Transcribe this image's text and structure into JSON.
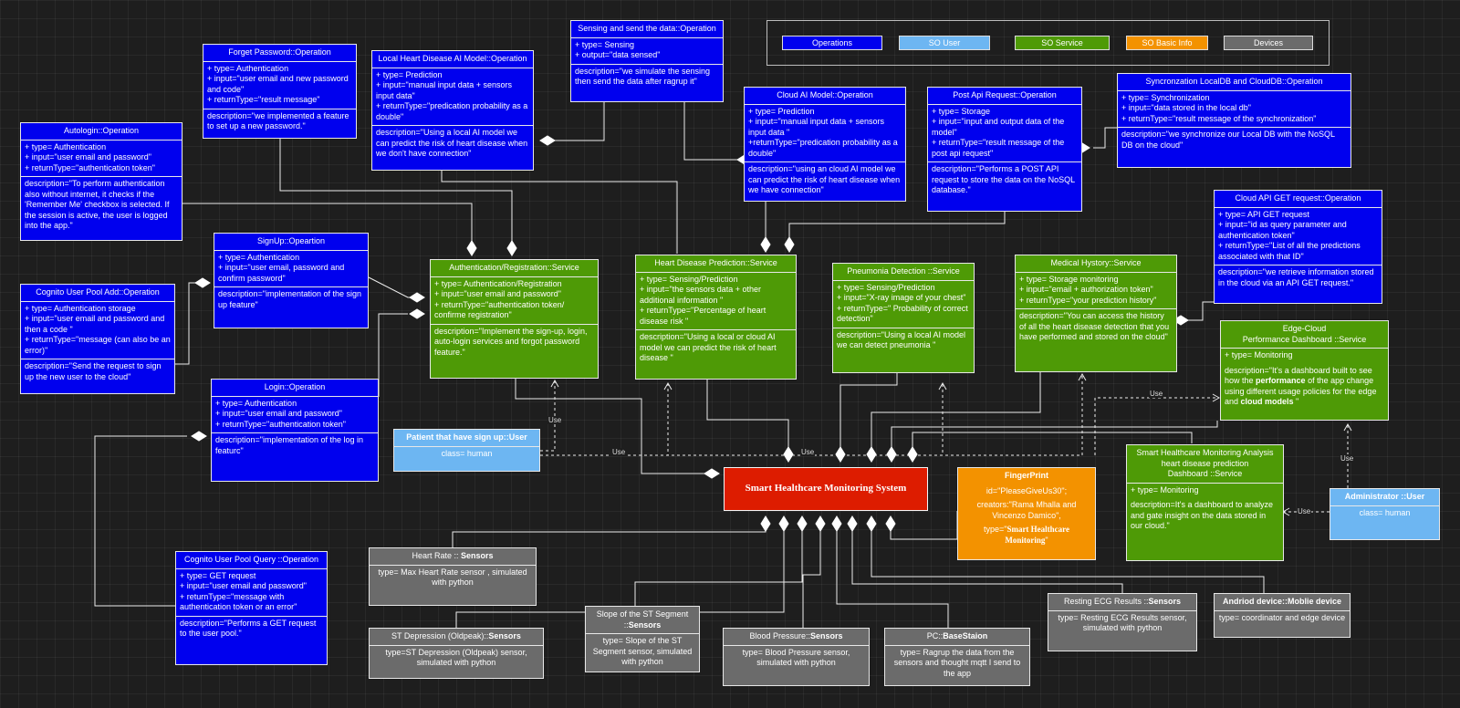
{
  "legend": {
    "operations": "Operations",
    "so_user": "SO User",
    "so_service": "SO Service",
    "so_basic_info": "SO Basic Info",
    "devices": "Devices"
  },
  "colors": {
    "operation": "#0000ee",
    "service": "#4e9a06",
    "sensor": "#6b6b6b",
    "user": "#6db6f2",
    "basic_info": "#f39200",
    "system": "#dd1c00"
  },
  "operations": {
    "forget_password": {
      "title": "Forget Password::Operation",
      "lines": [
        "+ type= Authentication",
        "+ input=\"user email and new password and code\"",
        "+ returnType=\"result message\""
      ],
      "desc": "description=\"we implemented a feature to set up a new password.\""
    },
    "local_ai": {
      "title": "Local Heart Disease AI Model::Operation",
      "lines": [
        "+ type= Prediction",
        "+ input=\"manual input data + sensors input data\"",
        "+ returnType=\"predication probability as a double\""
      ],
      "desc": "description=\"Using a local AI model we can predict the risk of heart disease when we don't have connection\""
    },
    "sensing": {
      "title": "Sensing and send the data::Operation",
      "lines": [
        "+ type= Sensing",
        "+ output=\"data sensed\""
      ],
      "desc": "description=\"we simulate the sensing then send the data after ragrup it\""
    },
    "cloud_ai": {
      "title": "Cloud AI Model::Operation",
      "lines": [
        "+ type= Prediction",
        "+ input=\"manual input data + sensors input data \"",
        "+returnType=\"predication probability  as a double\""
      ],
      "desc": "description=\"using an cloud AI model we can predict the risk of heart disease when we have connection\""
    },
    "post_api": {
      "title": "Post Api Request::Operation",
      "lines": [
        "+ type= Storage",
        "+ input=\"input and output data of the model\"",
        "+ returnType=\"result message of the post api request\""
      ],
      "desc": "description=\"Performs a POST API request to store the data on the NoSQL database.\""
    },
    "sync": {
      "title": "Syncronzation LocalDB and CloudDB::Operation",
      "lines": [
        "+ type= Synchronization",
        "+ input=\"data stored in the local db\"",
        "+ returnType=\"result message of the synchronization\""
      ],
      "desc": "description=\"we synchronize our Local DB with the NoSQL DB on the cloud\""
    },
    "autologin": {
      "title": "Autologin::Operation",
      "lines": [
        "+ type= Authentication",
        "+ input=\"user email and password\"",
        "+ returnType=\"authentication token\""
      ],
      "desc": "description=\"To perform authentication also without internet, it checks if the 'Remember Me' checkbox is selected. If the session is active, the user is logged into the app.\""
    },
    "signup": {
      "title": "SignUp::Opeartion",
      "lines": [
        "+ type= Authentication",
        "+ input=\"user email, password and confirm password\""
      ],
      "desc": "description=\"implementation of the sign up feature\""
    },
    "cognito_add": {
      "title": "Cognito User Pool Add::Operation",
      "lines": [
        "+ type= Authentication storage",
        "+ input=\"user email and password and then a code \"",
        "+ returnType=\"message (can also be an error)\""
      ],
      "desc": "description=\"Send the request to sign up the new user to the cloud\""
    },
    "login": {
      "title": "Login::Operation",
      "lines": [
        "+ type= Authentication",
        "+ input=\"user email and password\"",
        "+ returnType=\"authentication token\""
      ],
      "desc": "description=\"implementation of the log in featurc\""
    },
    "cloud_get": {
      "title": "Cloud API GET request::Operation",
      "lines": [
        "+ type= API GET request",
        "+ input=\"id as query parameter and authentication token\"",
        "+ returnType=\"List of all the predictions associated with that ID\""
      ],
      "desc": "description=\"we retrieve information stored in the cloud via an API GET request.\""
    },
    "cognito_query": {
      "title": "Cognito User Pool Query ::Operation",
      "lines": [
        "+ type= GET request",
        "+ input=\"user email and password\"",
        "+ returnType=\"message with authentication token or an error\""
      ],
      "desc": "description=\"Performs a GET request to the user pool.\""
    }
  },
  "services": {
    "auth": {
      "title": "Authentication/Registration::Service",
      "lines": [
        "+ type= Authentication/Registration",
        "+ input=\"user email and password\"",
        "+ returnType=\"authentication token/ confirme registration\""
      ],
      "desc": "description=\"Implement the sign-up, login, auto-login services and forgot password feature.\""
    },
    "heart": {
      "title": "Heart Disease Prediction::Service",
      "lines": [
        "+ type= Sensing/Prediction",
        "+ input=\"the sensors data + other additional information \"",
        "+ returnType=\"Percentage of heart disease risk \""
      ],
      "desc": "description=\"Using a local or cloud AI model we can predict the risk of heart disease \""
    },
    "pneumonia": {
      "title": "Pneumonia Detection ::Service",
      "lines": [
        "+ type= Sensing/Prediction",
        "+ input=\"X-ray image of your chest\"",
        "+ returnType=\" Probability of correct detection\""
      ],
      "desc": "description=\"Using a local AI model we can detect pneumonia \""
    },
    "history": {
      "title": "Medical Hystory::Service",
      "lines": [
        "+ type= Storage monitoring",
        "+ input=\"email + authorization token\"",
        "+ returnType=\"your prediction history\""
      ],
      "desc": "description=\"You can access the history of all the heart disease detection that you have performed and stored on the cloud\""
    },
    "edge_cloud": {
      "title_1": "Edge-Cloud",
      "title_2": "Performance Dashboard ::Service",
      "type": "+ type= Monitoring",
      "desc_1": "description=\"It's a dashboard built to see how the ",
      "desc_b1": "performance",
      "desc_2": " of the app change using different usage policies for the edge and ",
      "desc_b2": "cloud models",
      "desc_3": " \""
    },
    "analysis": {
      "title_1": "Smart Healthcare Monitoring Analysis",
      "title_2": "heart disease prediction",
      "title_3": "Dashboard ::Service",
      "type": "+ type= Monitoring",
      "desc": "description=It's a dashboard to analyze and gate insight on the data stored in our cloud.\""
    }
  },
  "users": {
    "patient": {
      "title": "Patient that have sign up::User",
      "cls": "class= human"
    },
    "admin": {
      "title": "Administrator ::User",
      "cls": "class= human"
    }
  },
  "system": {
    "title": "Smart Healthcare Monitoring System"
  },
  "fingerprint": {
    "title": "FingerPrint",
    "id": "id=\"PleaseGiveUs30\";",
    "creators": "creators:\"Rama Mhalla and Vincenzo Damico\",",
    "type_pre": "type=\"",
    "type_name": "Smart Healthcare Monitoring",
    "type_post": "\""
  },
  "sensors": {
    "heart_rate": {
      "title_pre": "Heart Rate :: ",
      "title_b": "Sensors",
      "body": "type= Max Heart Rate sensor , simulated with python"
    },
    "st_depression": {
      "title_pre": "ST Depression (Oldpeak)::",
      "title_b": "Sensors",
      "body": "type=ST Depression (Oldpeak) sensor, simulated with python"
    },
    "slope": {
      "title_pre": "Slope of the ST Segment ::",
      "title_b": "Sensors",
      "body": "type= Slope of the ST Segment sensor, simulated with python"
    },
    "blood": {
      "title_pre": "Blood Pressure::",
      "title_b": "Sensors",
      "body": "type= Blood Pressure sensor, simulated with python"
    },
    "pc": {
      "title_pre": "PC::",
      "title_b": "BaseStaion",
      "body": "type= Ragrup the data from the sensors and thought mqtt I send to the app"
    },
    "ecg": {
      "title_pre": "Resting ECG Results ::",
      "title_b": "Sensors",
      "body": "type= Resting ECG Results sensor, simulated with python"
    },
    "android": {
      "title_pre": "",
      "title_b": "Andriod device::Moblie device",
      "body": "type= coordinator and edge device"
    }
  },
  "labels": {
    "use": "Use"
  }
}
